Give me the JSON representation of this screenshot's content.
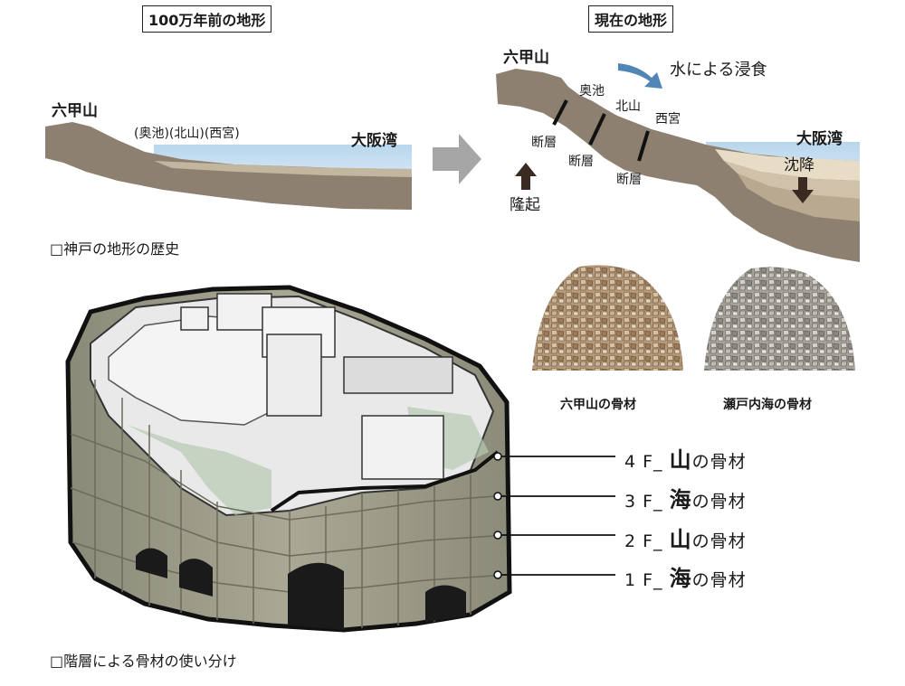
{
  "diagram": {
    "past": {
      "title": "100万年前の地形",
      "rokko": "六甲山",
      "osaka_bay": "大阪湾",
      "places": "(奥池)(北山)(西宮)"
    },
    "present": {
      "title": "現在の地形",
      "rokko": "六甲山",
      "osaka_bay": "大阪湾",
      "erosion": "水による浸食",
      "okuike": "奥池",
      "kitayama": "北山",
      "nishinomiya": "西宮",
      "fault1": "断層",
      "fault2": "断層",
      "fault3": "断層",
      "uplift": "隆起",
      "subsidence": "沈降"
    },
    "section1": "□神戸の地形の歴史",
    "aggregates": {
      "rokko": "六甲山の骨材",
      "setonaikai": "瀬戸内海の骨材"
    },
    "floors": [
      {
        "prefix": "4 F_ ",
        "kanji": "山",
        "suffix": "の骨材"
      },
      {
        "prefix": "3 F_ ",
        "kanji": "海",
        "suffix": "の骨材"
      },
      {
        "prefix": "2 F_ ",
        "kanji": "山",
        "suffix": "の骨材"
      },
      {
        "prefix": "1 F_ ",
        "kanji": "海",
        "suffix": "の骨材"
      }
    ],
    "section2": "□階層による骨材の使い分け"
  }
}
